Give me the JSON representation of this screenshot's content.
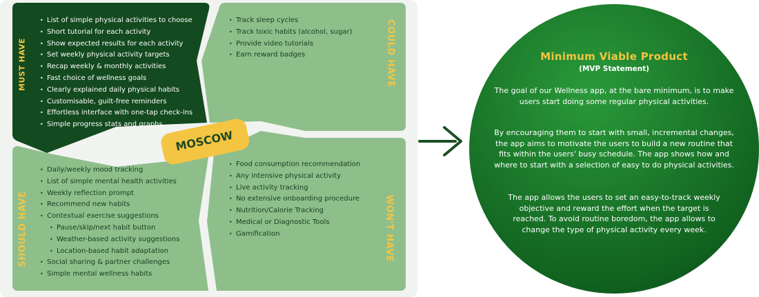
{
  "moscow": {
    "center_label": "MOSCOW",
    "must_have": {
      "label": "MUST HAVE",
      "items": [
        "List of simple physical activities to choose",
        "Short tutorial for each activity",
        "Show expected results for each activity",
        "Set weekly physical activity targets",
        "Recap weekly & monthly activities",
        "Fast choice of wellness goals",
        "Clearly explained daily physical habits",
        "Customisable, guilt-free reminders",
        "Effortless interface with one-tap check-ins",
        "Simple progress stats and graphs"
      ]
    },
    "could_have": {
      "label": "COULD HAVE",
      "items": [
        "Track sleep cycles",
        "Track toxic habits (alcohol, sugar)",
        "Provide video tutorials",
        "Earn reward badges"
      ]
    },
    "should_have": {
      "label": "SHOULD HAVE",
      "items": [
        "Daily/weekly mood tracking",
        "List of simple mental health activities",
        "Weekly reflection prompt",
        "Recommend new habits",
        "Contextual exercise suggestions"
      ],
      "sub_items": [
        "Pause/skip/next habit button",
        "Weather-based activity suggestions",
        "Location-based habit adaptation"
      ],
      "items_after": [
        "Social sharing & partner challenges",
        "Simple mental wellness habits"
      ]
    },
    "wont_have": {
      "label": "WON'T HAVE",
      "items": [
        "Food consumption recommendation",
        "Any intensive physical activity",
        "Live activity tracking",
        "No extensive onboarding procedure",
        "Nutrition/Calorie Tracking",
        "Medical or Diagnostic Tools",
        "Gamification"
      ]
    }
  },
  "mvp": {
    "title": "Minimum Viable Product",
    "subtitle": "(MVP Statement)",
    "paragraphs": [
      "The goal of our Wellness app, at the bare minimum, is to make users start doing some regular physical activities.",
      "By encouraging them to start with small, incremental changes, the app aims to motivate the users to build a new routine that fits within the users' busy schedule. The app shows how and where to start with a selection of easy to do physical activities.",
      "The app allows the users to set an easy-to-track weekly objective and reward the effort when the target is reached. To avoid routine boredom, the app allows to change the type of physical activity every week."
    ]
  },
  "colors": {
    "must_bg": "#134a1f",
    "quadrant_bg": "#8ebf8b",
    "accent_yellow": "#f4c542",
    "circle_light": "#2a9a3a",
    "circle_dark": "#0e5a1c",
    "arrow": "#1c4f24"
  }
}
